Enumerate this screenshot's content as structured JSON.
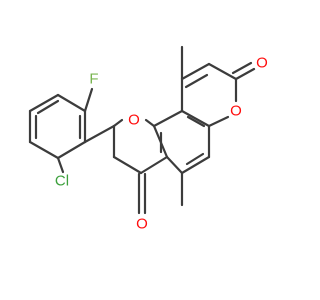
{
  "molecule": {
    "atom_labels": {
      "fluorine": "F",
      "chlorine": "Cl",
      "oxygen_ring_ether": "O",
      "oxygen_lactone_ring": "O",
      "oxygen_lactone_carbonyl": "O",
      "oxygen_ketone": "O"
    },
    "colors": {
      "bond": "#3c3c3c",
      "oxygen": "#ff0d0d",
      "fluorine": "#78b450",
      "chlorine": "#3ca03c"
    }
  }
}
